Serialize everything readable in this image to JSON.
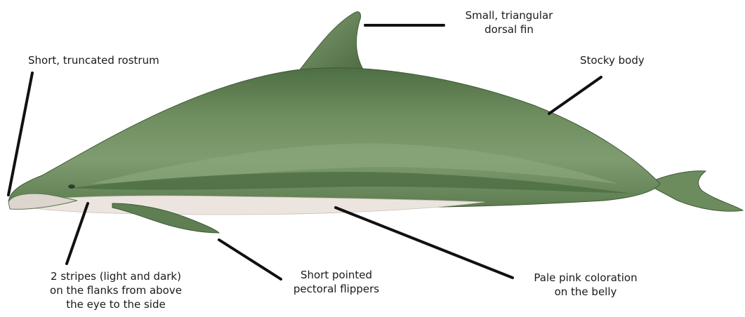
{
  "labels": {
    "rostrum": "Short, truncated rostrum",
    "dorsal_fin": [
      "Small, triangular",
      "dorsal fin"
    ],
    "body": "Stocky body",
    "stripes": [
      "2 stripes (light and dark)",
      "on the flanks from above",
      "the eye to the side"
    ],
    "flippers": [
      "Short pointed",
      "pectoral flippers"
    ],
    "belly": [
      "Pale pink coloration",
      "on the belly"
    ]
  },
  "colors": {
    "body_green": "#6b8a5c",
    "dark_green": "#4a6a3f",
    "belly_pink": "#ebe4df",
    "leader_line": "#111111"
  }
}
